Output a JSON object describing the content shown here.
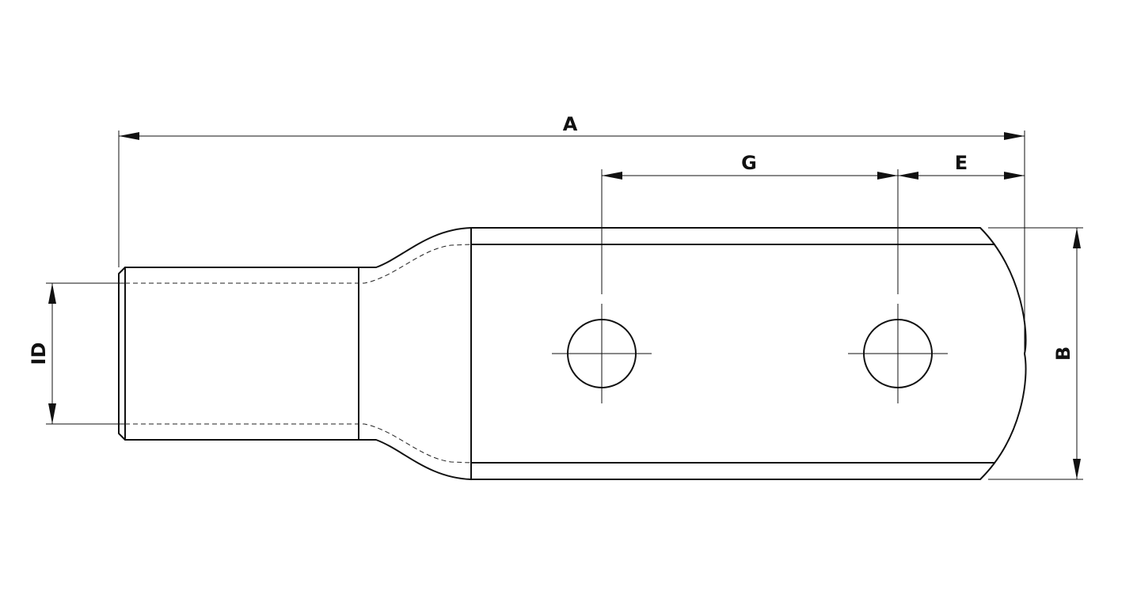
{
  "dimensions": {
    "A": "A",
    "G": "G",
    "E": "E",
    "B": "B",
    "ID": "ID"
  },
  "colors": {
    "line": "#111111",
    "background": "#ffffff"
  }
}
